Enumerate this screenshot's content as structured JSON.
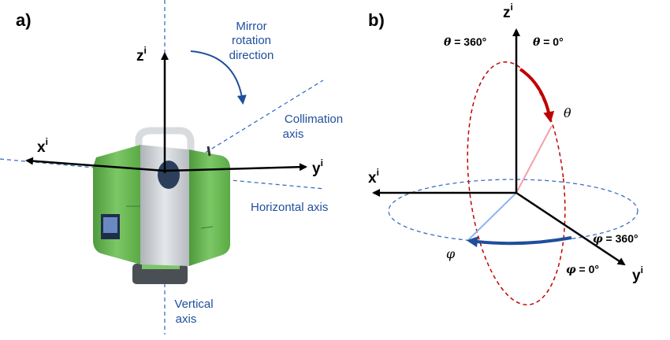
{
  "panel_a": {
    "label": "a)",
    "axes": {
      "z": {
        "base": "z",
        "sup": "i"
      },
      "x": {
        "base": "x",
        "sup": "i"
      },
      "y": {
        "base": "y",
        "sup": "i"
      }
    },
    "annotations": {
      "mirror_line1": "Mirror",
      "mirror_line2": "rotation",
      "mirror_line3": "direction",
      "collimation_line1": "Collimation",
      "collimation_line2": "axis",
      "horizontal": "Horizontal axis",
      "vertical_line1": "Vertical",
      "vertical_line2": "axis"
    }
  },
  "panel_b": {
    "label": "b)",
    "axes": {
      "z": {
        "base": "z",
        "sup": "i"
      },
      "x": {
        "base": "x",
        "sup": "i"
      },
      "y": {
        "base": "y",
        "sup": "i"
      }
    },
    "theta_360": {
      "sym": "θ",
      "text": " = 360°"
    },
    "theta_0": {
      "sym": "θ",
      "text": " = 0°"
    },
    "theta": "θ",
    "phi": "φ",
    "phi_360": {
      "sym": "φ",
      "text": " = 360°"
    },
    "phi_0": {
      "sym": "φ",
      "text": " = 0°"
    }
  },
  "colors": {
    "axis": "#000000",
    "annotation_blue": "#1f4e9c",
    "dashed_blue": "#3a6fc4",
    "theta_red": "#c00000",
    "pink": "#f4a0a8",
    "light_blue": "#8fb6ea",
    "scanner_green": "#6dbd57",
    "scanner_grey": "#c9cdd2"
  }
}
